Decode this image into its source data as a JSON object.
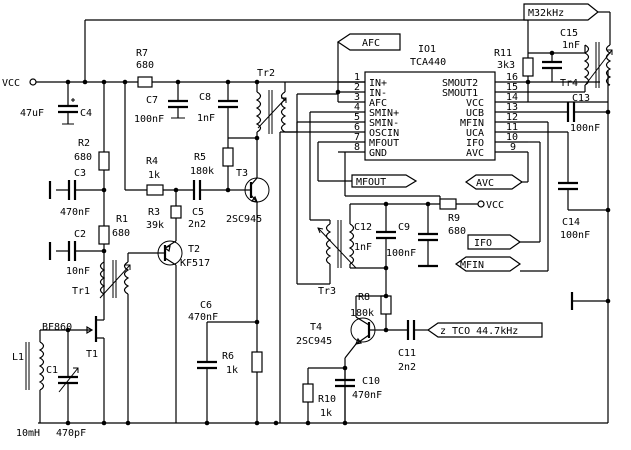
{
  "ic": {
    "ref": "IO1",
    "part": "TCA440",
    "pins": [
      {
        "num": "1",
        "name": "IN+"
      },
      {
        "num": "2",
        "name": "IN-"
      },
      {
        "num": "3",
        "name": "AFC"
      },
      {
        "num": "4",
        "name": "SMIN+"
      },
      {
        "num": "5",
        "name": "SMIN-"
      },
      {
        "num": "6",
        "name": "OSCIN"
      },
      {
        "num": "7",
        "name": "MFOUT"
      },
      {
        "num": "8",
        "name": "GND"
      },
      {
        "num": "16",
        "name": "SMOUT2"
      },
      {
        "num": "15",
        "name": "SMOUT1"
      },
      {
        "num": "14",
        "name": "VCC"
      },
      {
        "num": "13",
        "name": "UCB"
      },
      {
        "num": "12",
        "name": "MFIN"
      },
      {
        "num": "11",
        "name": "UCA"
      },
      {
        "num": "10",
        "name": "IFO"
      },
      {
        "num": "9",
        "name": "AVC"
      }
    ]
  },
  "ports": {
    "m32": "M32kHz",
    "afc": "AFC",
    "mfout": "MFOUT",
    "avc": "AVC",
    "ifo": "IFO",
    "mfin": "MFIN",
    "tco": "z TCO 44.7kHz",
    "vcc_left": "VCC",
    "vcc_r9": "VCC"
  },
  "parts": {
    "R7": {
      "ref": "R7",
      "value": "680"
    },
    "C4": {
      "ref": "C4",
      "value": "47uF"
    },
    "C7": {
      "ref": "C7",
      "value": "100nF"
    },
    "C8": {
      "ref": "C8",
      "value": "1nF"
    },
    "R2": {
      "ref": "R2",
      "value": "680"
    },
    "C3": {
      "ref": "C3",
      "value": "470nF"
    },
    "R4": {
      "ref": "R4",
      "value": "1k"
    },
    "R5": {
      "ref": "R5",
      "value": "180k"
    },
    "R3": {
      "ref": "R3",
      "value": "39k"
    },
    "C5": {
      "ref": "C5",
      "value": "2n2"
    },
    "R1": {
      "ref": "R1",
      "value": "680"
    },
    "C2": {
      "ref": "C2",
      "value": "10nF"
    },
    "T2": {
      "ref": "T2",
      "value": "KF517"
    },
    "T3": {
      "ref": "T3",
      "value": "2SC945"
    },
    "Tr1": {
      "ref": "Tr1"
    },
    "Tr2": {
      "ref": "Tr2"
    },
    "Tr3": {
      "ref": "Tr3"
    },
    "Tr4": {
      "ref": "Tr4"
    },
    "T1": {
      "ref": "T1",
      "value": "BF860"
    },
    "L1": {
      "ref": "L1",
      "value": "10mH"
    },
    "C1": {
      "ref": "C1",
      "value": "470pF"
    },
    "C6": {
      "ref": "C6",
      "value": "470nF"
    },
    "R6": {
      "ref": "R6",
      "value": "1k"
    },
    "R11": {
      "ref": "R11",
      "value": "3k3"
    },
    "C15": {
      "ref": "C15",
      "value": "1nF"
    },
    "C13": {
      "ref": "C13",
      "value": "100nF"
    },
    "C14": {
      "ref": "C14",
      "value": "100nF"
    },
    "C12": {
      "ref": "C12",
      "value": "1nF"
    },
    "C9": {
      "ref": "C9",
      "value": "100nF"
    },
    "R9": {
      "ref": "R9",
      "value": "680"
    },
    "R8": {
      "ref": "R8",
      "value": "180k"
    },
    "T4": {
      "ref": "T4",
      "value": "2SC945"
    },
    "C11": {
      "ref": "C11",
      "value": "2n2"
    },
    "R10": {
      "ref": "R10",
      "value": "1k"
    },
    "C10": {
      "ref": "C10",
      "value": "470nF"
    }
  }
}
